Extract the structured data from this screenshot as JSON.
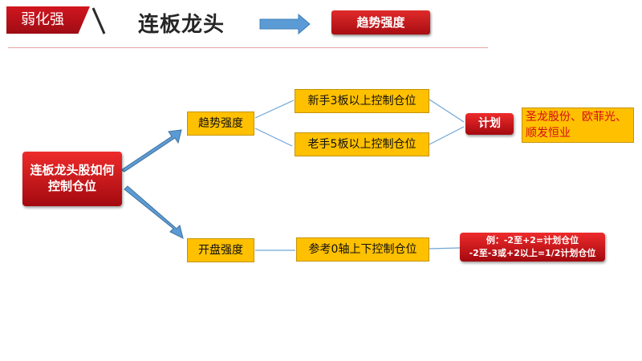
{
  "header": {
    "tag": "弱化强",
    "title": "连板龙头",
    "badge": "趋势强度"
  },
  "diagram": {
    "root": "连板龙头股如何控制仓位",
    "branch_trend": "趋势强度",
    "branch_open": "开盘强度",
    "trend_rule_new": "新手3板以上控制仓位",
    "trend_rule_old": "老手5板以上控制仓位",
    "plan": "计划",
    "plan_examples": "圣龙股份、欧菲光、顺发恒业",
    "open_rule": "参考0轴上下控制仓位",
    "open_example_line1": "例：-2至+2=计划仓位",
    "open_example_line2": "-2至-3或+2以上=1/2计划仓位"
  },
  "colors": {
    "brand_red": "#c8101a",
    "box_yellow": "#ffc000",
    "arrow_blue": "#5b9bd5",
    "connector_blue": "#6fa6d6",
    "company_text_red": "#d4091a"
  }
}
